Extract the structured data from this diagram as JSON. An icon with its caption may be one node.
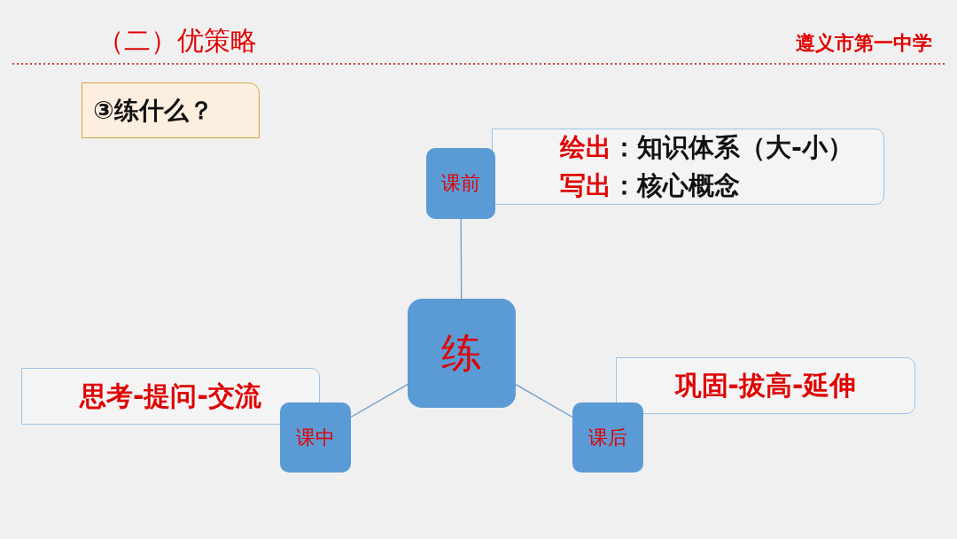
{
  "diagram": {
    "title": "（二）优策略",
    "nodes": [
      {
        "text": [
          "③练什么？"
        ]
      },
      {
        "text": [
          "**绘出**：知识体系（大-小）",
          "**写出**：核心概念"
        ]
      },
      {
        "text": [
          "课前"
        ]
      },
      {
        "text": [
          "练"
        ]
      },
      {
        "text": [
          "思考-提问-交流"
        ]
      },
      {
        "text": [
          "课中"
        ]
      },
      {
        "text": [
          "巩固-拔高-延伸"
        ]
      },
      {
        "text": [
          "课后"
        ]
      }
    ],
    "edges": [
      {
        "from": 3,
        "to": 2,
        "arrow": "none"
      },
      {
        "from": 3,
        "to": 5,
        "arrow": "none"
      },
      {
        "from": 3,
        "to": 7,
        "arrow": "none"
      }
    ],
    "labels": [
      "遵义市第一中学"
    ]
  }
}
